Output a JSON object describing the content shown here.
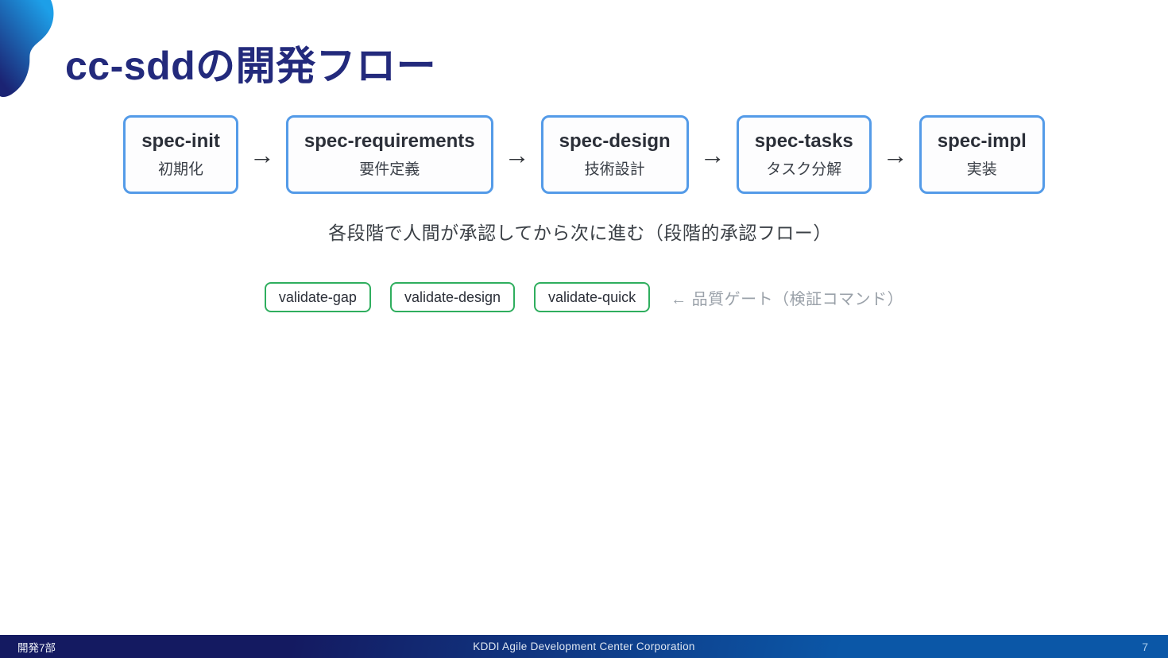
{
  "slide": {
    "title": "cc-sddの開発フロー",
    "arrow": "→",
    "flow_steps": [
      {
        "command": "spec-init",
        "label": "初期化"
      },
      {
        "command": "spec-requirements",
        "label": "要件定義"
      },
      {
        "command": "spec-design",
        "label": "技術設計"
      },
      {
        "command": "spec-tasks",
        "label": "タスク分解"
      },
      {
        "command": "spec-impl",
        "label": "実装"
      }
    ],
    "approval_note": "各段階で人間が承認してから次に進む（段階的承認フロー）",
    "quality_gates": [
      {
        "command": "validate-gap"
      },
      {
        "command": "validate-design"
      },
      {
        "command": "validate-quick"
      }
    ],
    "quality_gate_note": "← 品質ゲート（検証コマンド）"
  },
  "footer": {
    "department": "開発7部",
    "company": "KDDI Agile Development Center Corporation",
    "page_number": "7"
  },
  "colors": {
    "title_text": "#232a7c",
    "flow_box_border": "#549be8",
    "gate_box_border": "#2fae5e",
    "note_gray": "#9aa1a9",
    "footer_gradient_left": "#141a61",
    "footer_gradient_right": "#0b57a7",
    "blob_light_blue": "#1d9fe8",
    "blob_dark_navy": "#1b2373"
  }
}
